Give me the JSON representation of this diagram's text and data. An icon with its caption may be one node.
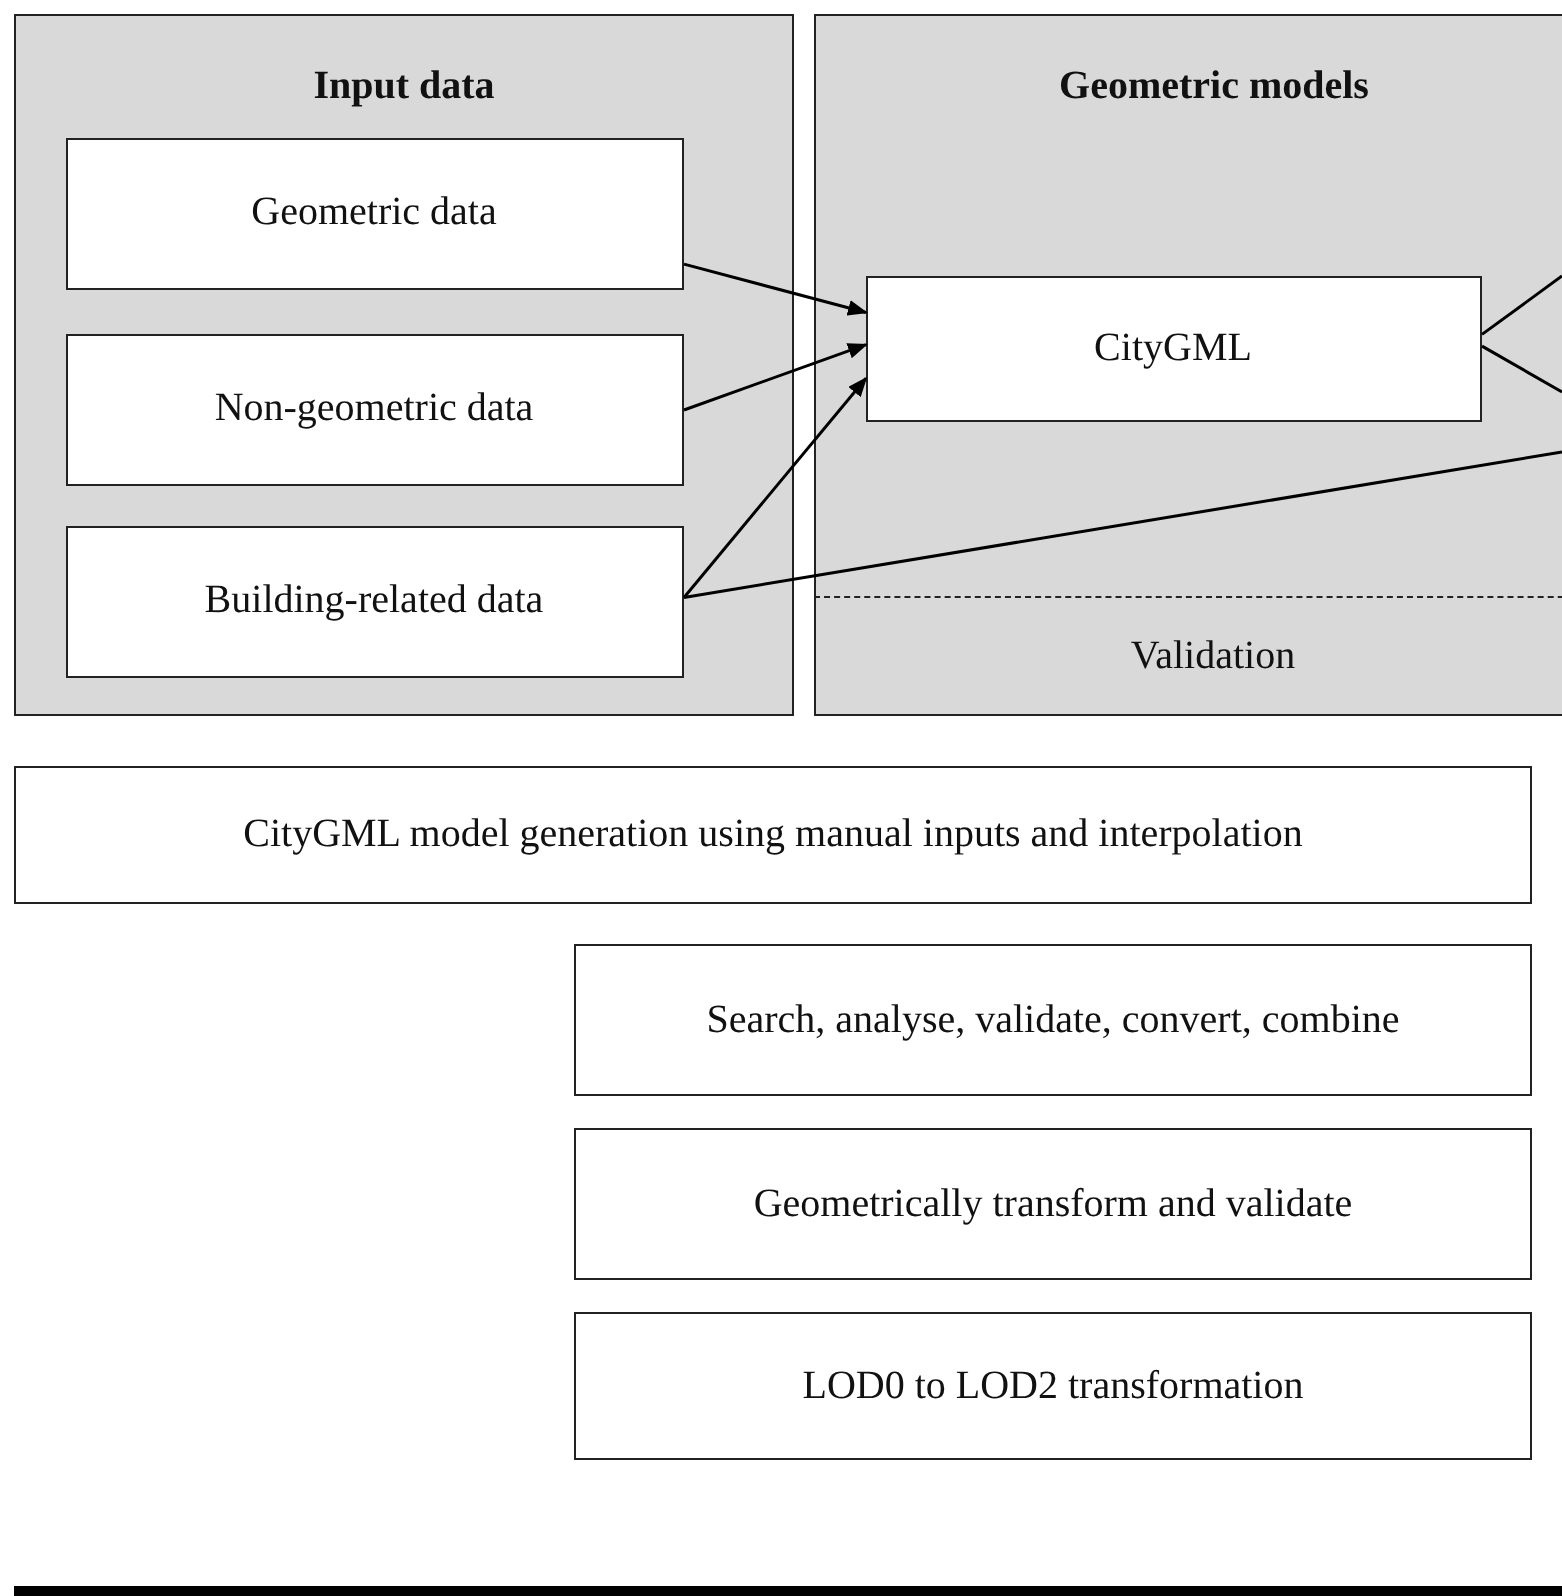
{
  "diagram": {
    "nodes": [
      {
        "text": [
          "Input data"
        ]
      },
      {
        "text": [
          "Geometric data"
        ],
        "in": 0
      },
      {
        "text": [
          "Non-geometric data"
        ],
        "in": 0
      },
      {
        "text": [
          "Building-related data"
        ],
        "in": 0
      },
      {
        "text": [
          "Geometric models"
        ]
      },
      {
        "text": [
          "CityGML"
        ],
        "in": 4
      },
      {
        "text": [
          "Validation"
        ],
        "in": 4
      },
      {
        "text": [
          "CityGML model generation using manual inputs and interpolation"
        ]
      },
      {
        "text": [
          "Search, analyse, validate, convert, combine"
        ]
      },
      {
        "text": [
          "Geometrically transform and validate"
        ]
      },
      {
        "text": [
          "LOD0 to LOD2 transformation"
        ]
      }
    ],
    "edges": [
      {
        "from": 1,
        "to": 5,
        "arrow": "to"
      },
      {
        "from": 2,
        "to": 5,
        "arrow": "to"
      },
      {
        "from": 3,
        "to": 5,
        "arrow": "to"
      },
      {
        "from": 5,
        "to": null,
        "arrow": "none"
      },
      {
        "from": 5,
        "to": null,
        "arrow": "none"
      },
      {
        "from": 3,
        "to": null,
        "arrow": "none"
      }
    ]
  }
}
